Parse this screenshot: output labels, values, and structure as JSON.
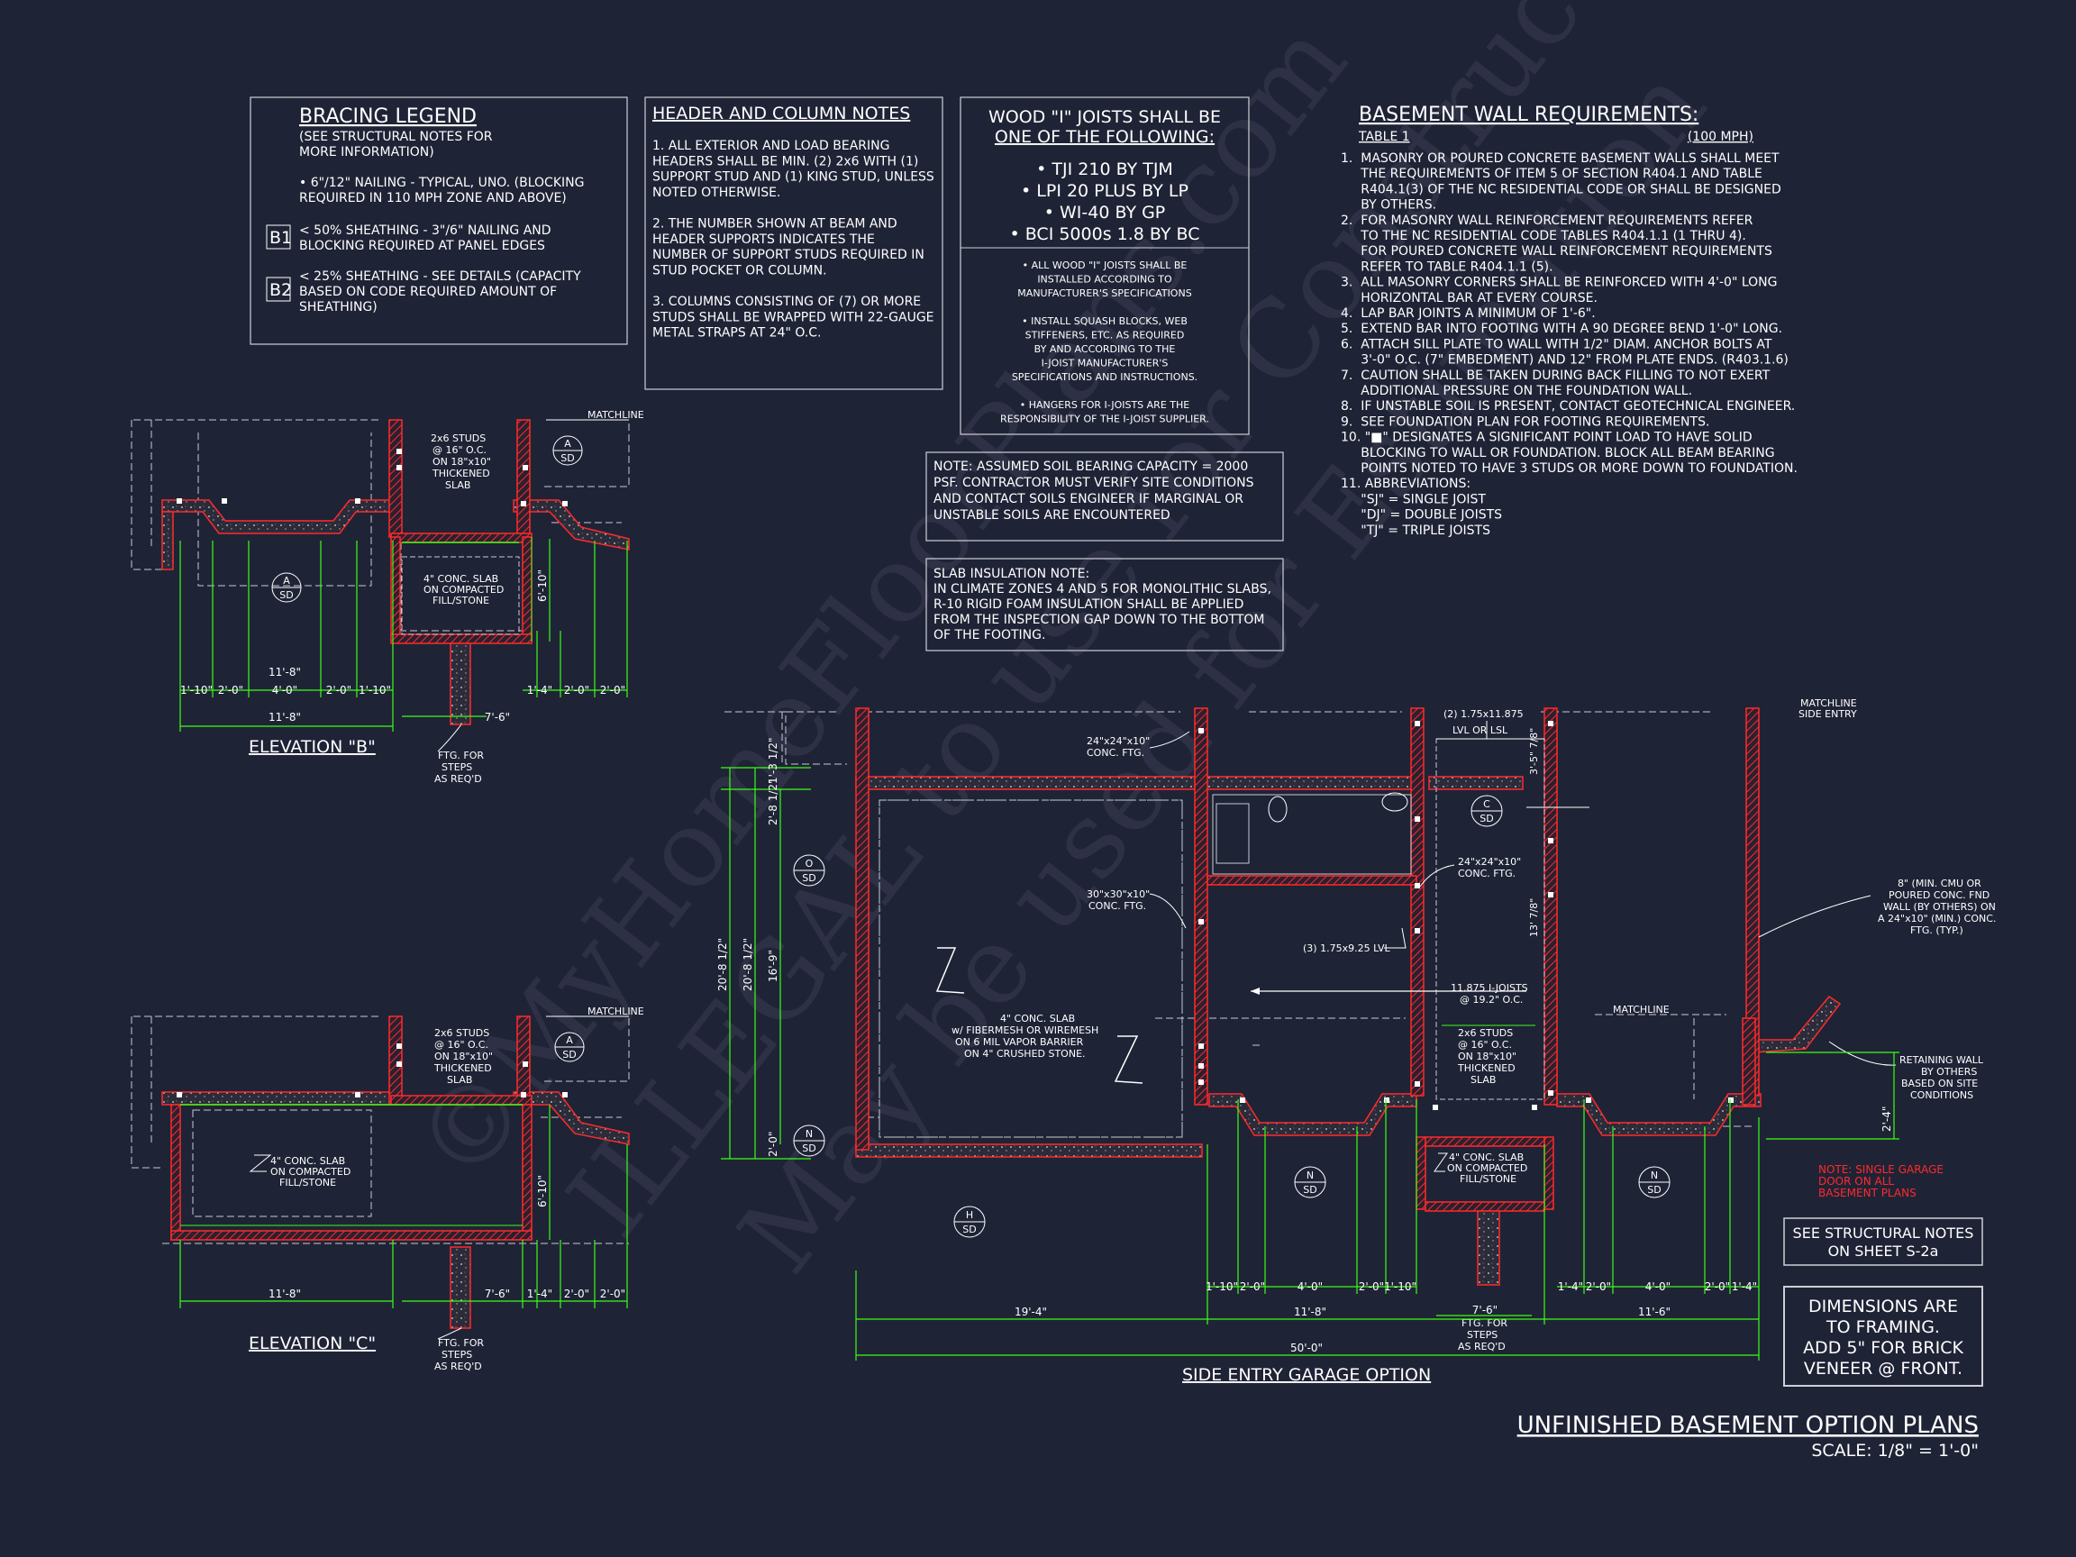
{
  "bracing_legend": {
    "title": "BRACING LEGEND",
    "lines": [
      "(SEE STRUCTURAL NOTES FOR",
      "MORE INFORMATION)",
      "",
      "• 6\"/12\" NAILING - TYPICAL, UNO. (BLOCKING",
      "REQUIRED IN 110 MPH ZONE AND ABOVE)"
    ],
    "b1_tag": "B1",
    "b1_lines": [
      "< 50% SHEATHING - 3\"/6\" NAILING AND",
      "BLOCKING REQUIRED AT PANEL EDGES"
    ],
    "b2_tag": "B2",
    "b2_lines": [
      "< 25% SHEATHING - SEE DETAILS (CAPACITY",
      "BASED ON CODE REQUIRED AMOUNT OF",
      "SHEATHING)"
    ]
  },
  "header_notes": {
    "title": "HEADER AND COLUMN NOTES",
    "lines": [
      "1. ALL EXTERIOR AND LOAD BEARING",
      "HEADERS SHALL BE MIN. (2) 2x6 WITH (1)",
      "SUPPORT STUD AND (1) KING STUD, UNLESS",
      "NOTED OTHERWISE.",
      "",
      "2. THE NUMBER SHOWN AT BEAM AND",
      "HEADER SUPPORTS INDICATES THE",
      "NUMBER OF SUPPORT STUDS REQUIRED IN",
      "STUD POCKET OR COLUMN.",
      "",
      "3. COLUMNS CONSISTING OF (7) OR MORE",
      "STUDS SHALL BE WRAPPED WITH 22-GAUGE",
      "METAL STRAPS AT 24\" O.C."
    ]
  },
  "joist_notes": {
    "title_1": "WOOD \"I\" JOISTS SHALL BE",
    "title_2": "ONE OF THE FOLLOWING:",
    "options": [
      "• TJI 210 BY TJM",
      "• LPI 20 PLUS BY LP",
      "• WI-40 BY GP",
      "• BCI 5000s 1.8 BY BC"
    ],
    "notes": [
      "• ALL WOOD \"I\" JOISTS SHALL BE",
      "INSTALLED ACCORDING TO",
      "MANUFACTURER'S SPECIFICATIONS",
      "",
      "• INSTALL SQUASH BLOCKS, WEB",
      "STIFFENERS, ETC. AS REQUIRED",
      "BY AND ACCORDING TO THE",
      "I-JOIST MANUFACTURER'S",
      "SPECIFICATIONS AND INSTRUCTIONS.",
      "",
      "• HANGERS FOR I-JOISTS ARE THE",
      "RESPONSIBILITY OF THE I-JOIST SUPPLIER."
    ]
  },
  "soil_note": {
    "lines": [
      "NOTE: ASSUMED SOIL BEARING CAPACITY = 2000",
      "PSF. CONTRACTOR MUST VERIFY SITE CONDITIONS",
      "AND CONTACT SOILS ENGINEER IF MARGINAL OR",
      "UNSTABLE SOILS ARE ENCOUNTERED"
    ]
  },
  "slab_note": {
    "lines": [
      "SLAB INSULATION NOTE:",
      "IN CLIMATE ZONES 4 AND 5 FOR MONOLITHIC SLABS,",
      "R-10 RIGID FOAM INSULATION SHALL BE APPLIED",
      "FROM THE INSPECTION GAP DOWN TO THE BOTTOM",
      "OF THE FOOTING."
    ]
  },
  "basement_requirements": {
    "title": "BASEMENT WALL REQUIREMENTS:",
    "table_label": "TABLE 1",
    "wind": "(100 MPH)",
    "lines": [
      "1.  MASONRY OR POURED CONCRETE BASEMENT WALLS SHALL MEET",
      "     THE REQUIREMENTS OF ITEM 5 OF SECTION R404.1 AND TABLE",
      "     R404.1(3) OF THE NC RESIDENTIAL CODE OR SHALL BE DESIGNED",
      "     BY OTHERS.",
      "2.  FOR MASONRY WALL REINFORCEMENT REQUIREMENTS REFER",
      "     TO THE NC RESIDENTIAL CODE TABLES R404.1.1 (1 THRU 4).",
      "     FOR POURED CONCRETE WALL REINFORCEMENT REQUIREMENTS",
      "     REFER TO TABLE R404.1.1 (5).",
      "3.  ALL MASONRY CORNERS SHALL BE REINFORCED WITH 4'-0\" LONG",
      "     HORIZONTAL BAR AT EVERY COURSE.",
      "4.  LAP BAR JOINTS A MINIMUM OF 1'-6\".",
      "5.  EXTEND BAR INTO FOOTING WITH A 90 DEGREE BEND 1'-0\" LONG.",
      "6.  ATTACH SILL PLATE TO WALL WITH 1/2\" DIAM. ANCHOR BOLTS AT",
      "     3'-0\" O.C. (7\" EMBEDMENT) AND 12\" FROM PLATE ENDS. (R403.1.6)",
      "7.  CAUTION SHALL BE TAKEN DURING BACK FILLING TO NOT EXERT",
      "     ADDITIONAL PRESSURE ON THE FOUNDATION WALL.",
      "8.  IF UNSTABLE SOIL IS PRESENT, CONTACT GEOTECHNICAL ENGINEER.",
      "9.  SEE FOUNDATION PLAN FOR FOOTING REQUIREMENTS.",
      "10. \"■\" DESIGNATES A SIGNIFICANT POINT LOAD TO HAVE SOLID",
      "     BLOCKING TO WALL OR FOUNDATION. BLOCK ALL BEAM BEARING",
      "     POINTS NOTED TO HAVE 3 STUDS OR MORE DOWN TO FOUNDATION.",
      "11. ABBREVIATIONS:",
      "     \"SJ\" = SINGLE JOIST",
      "     \"DJ\" = DOUBLE JOISTS",
      "     \"TJ\" = TRIPLE JOISTS"
    ]
  },
  "elevation_b": {
    "title": "ELEVATION \"B\"",
    "matchline": "MATCHLINE",
    "studs_note": [
      "2x6 STUDS",
      "@ 16\" O.C.",
      "ON 18\"x10\"",
      "THICKENED",
      "SLAB"
    ],
    "slab_note": [
      "4\" CONC. SLAB",
      "ON COMPACTED",
      "FILL/STONE"
    ],
    "ftg_note": [
      "FTG. FOR",
      "STEPS",
      "AS REQ'D"
    ],
    "section_a": "A",
    "sd": "SD",
    "dims_bottom": [
      "1'-10\"",
      "2'-0\"",
      "4'-0\"",
      "2'-0\"",
      "1'-10\"",
      "1'-4\"",
      "2'-0\"",
      "2'-0\""
    ],
    "dim_total": "11'-8\"",
    "dim_total_2": "11'-8\"",
    "dim_steps": "7'-6\"",
    "dim_side": "6'-10\""
  },
  "elevation_c": {
    "title": "ELEVATION \"C\"",
    "matchline": "MATCHLINE",
    "studs_note": [
      "2x6 STUDS",
      "@ 16\" O.C.",
      "ON 18\"x10\"",
      "THICKENED",
      "SLAB"
    ],
    "slab_note": [
      "4\" CONC. SLAB",
      "ON COMPACTED",
      "FILL/STONE"
    ],
    "ftg_note": [
      "FTG. FOR",
      "STEPS",
      "AS REQ'D"
    ],
    "section_a": "A",
    "sd": "SD",
    "dims_bottom": [
      "11'-8\"",
      "7'-6\"",
      "1'-4\"",
      "2'-0\"",
      "2'-0\""
    ],
    "dim_side": "6'-10\""
  },
  "main_plan": {
    "title": "SIDE ENTRY GARAGE OPTION",
    "matchline_top": "MATCHLINE",
    "side_entry": "SIDE ENTRY",
    "matchline_mid": "MATCHLINE",
    "ftg_24": [
      "24\"x24\"x10\"",
      "CONC. FTG."
    ],
    "beam": [
      "(2) 1.75x11.875",
      "LVL OR LSL"
    ],
    "ftg_30": [
      "30\"x30\"x10\"",
      "CONC. FTG."
    ],
    "ftg_24b": [
      "24\"x24\"x10\"",
      "CONC. FTG."
    ],
    "lvl": "(3) 1.75x9.25 LVL",
    "joists": [
      "11.875 I-JOISTS",
      "@ 19.2\" O.C."
    ],
    "slab": [
      "4\" CONC. SLAB",
      "w/ FIBERMESH OR WIREMESH",
      "ON 6 MIL VAPOR BARRIER",
      "ON 4\" CRUSHED STONE."
    ],
    "studs": [
      "2x6 STUDS",
      "@ 16\" O.C.",
      "ON 18\"x10\"",
      "THICKENED",
      "SLAB"
    ],
    "small_slab": [
      "4\" CONC. SLAB",
      "ON COMPACTED",
      "FILL/STONE"
    ],
    "ftg_steps": [
      "FTG. FOR",
      "STEPS",
      "AS REQ'D"
    ],
    "wall_note": [
      "8\" (MIN. CMU OR",
      "POURED CONC. FND",
      "WALL (BY OTHERS) ON",
      "A 24\"x10\" (MIN.) CONC.",
      "FTG. (TYP.)"
    ],
    "retaining": [
      "RETAINING WALL",
      "BY OTHERS",
      "BASED ON SITE",
      "CONDITIONS"
    ],
    "red_note": [
      "NOTE: SINGLE GARAGE",
      "DOOR ON ALL",
      "BASEMENT PLANS"
    ],
    "sections": {
      "O": "O",
      "N": "N",
      "C": "C",
      "H": "H",
      "sd": "SD"
    },
    "dims_left": [
      "20'-8 1/2\"",
      "20'-8 1/2\"",
      "16'-9\"",
      "2'-8 1/2\"",
      "1'-3 1/2\"",
      "2'-0\""
    ],
    "dims_bottom_1": [
      "1'-10\"",
      "2'-0\"",
      "4'-0\"",
      "2'-0\"",
      "1'-10\""
    ],
    "dims_bottom_2": [
      "1'-4\"",
      "2'-0\"",
      "4'-0\"",
      "2'-0\"",
      "1'-4\""
    ],
    "dim_19": "19'-4\"",
    "dim_11a": "11'-8\"",
    "dim_11b": "11'-6\"",
    "dim_76": "7'-6\"",
    "dim_50": "50'-0\"",
    "dim_24": "2'-4\"",
    "stair_dim": "3'-5\" 7/8\"",
    "stair_dim2": "13' 7/8\""
  },
  "structural_box": [
    "SEE STRUCTURAL NOTES",
    "ON SHEET S-2a"
  ],
  "dimensions_box": [
    "DIMENSIONS ARE",
    "TO FRAMING.",
    "ADD 5\" FOR BRICK",
    "VENEER @ FRONT."
  ],
  "sheet_title": "UNFINISHED BASEMENT OPTION PLANS",
  "scale": "SCALE: 1/8\" = 1'-0\"",
  "watermark": [
    "©MyHomeFloorPlans.com",
    "ILLEGAL to use for Construction",
    "May be used for Estimation"
  ],
  "colors": {
    "background": "#1f2336",
    "wall": "#ff2a2a",
    "dimension": "#39ff14",
    "line": "#ffffff",
    "hidden": "#c8c8d0"
  }
}
